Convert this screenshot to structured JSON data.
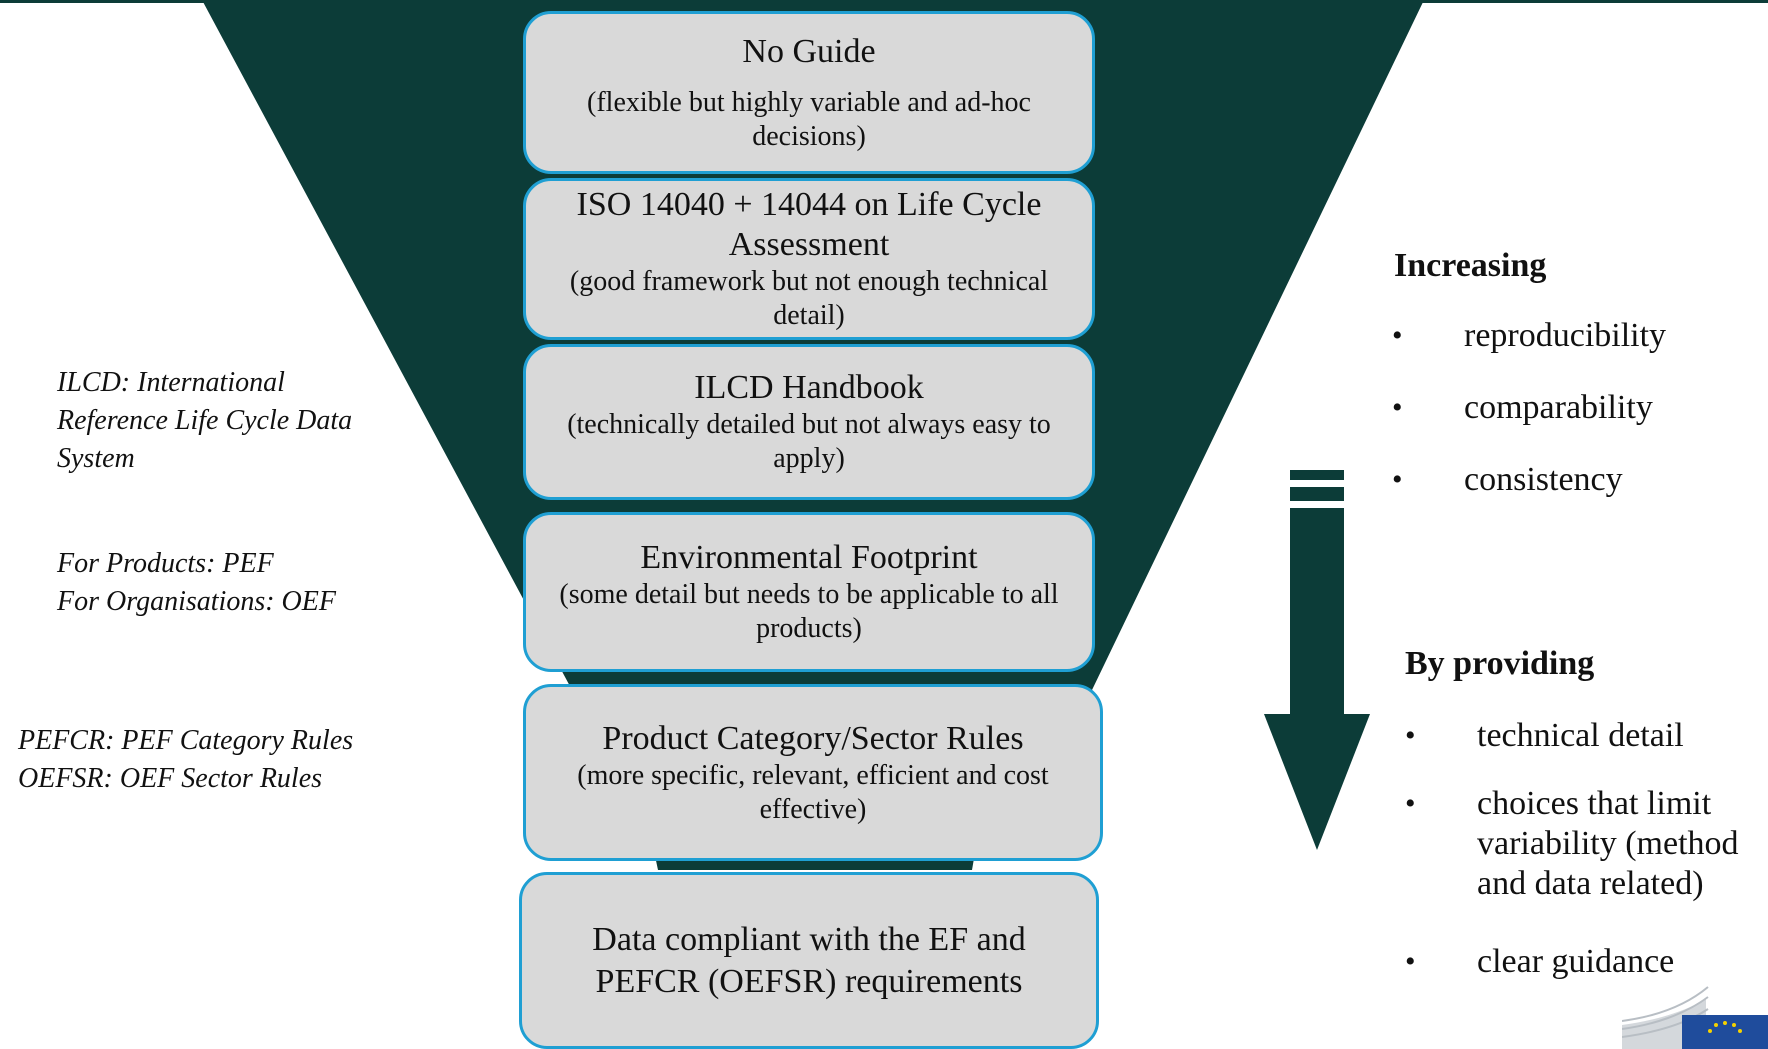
{
  "boxes": [
    {
      "title": "No Guide",
      "subtitle": "(flexible but highly variable and ad-hoc decisions)"
    },
    {
      "title": "ISO 14040 + 14044 on Life Cycle Assessment",
      "subtitle": "(good framework but not enough technical detail)"
    },
    {
      "title": "ILCD Handbook",
      "subtitle": "(technically detailed but not always easy to apply)"
    },
    {
      "title": "Environmental Footprint",
      "subtitle": "(some detail but needs to be applicable to all products)"
    },
    {
      "title": "Product Category/Sector Rules",
      "subtitle": "(more specific, relevant, efficient and cost effective)"
    },
    {
      "title": "Data compliant with the EF and PEFCR (OEFSR) requirements",
      "subtitle": ""
    }
  ],
  "notes": {
    "ilcd": [
      "ILCD: International",
      "Reference Life Cycle Data",
      "System"
    ],
    "products": [
      "For Products: PEF",
      "For Organisations: OEF"
    ],
    "pefcr": [
      "PEFCR: PEF Category Rules",
      "OEFSR: OEF Sector Rules"
    ]
  },
  "right_panel": {
    "increasing_heading": "Increasing",
    "increasing_items": [
      "reproducibility",
      "comparability",
      "consistency"
    ],
    "providing_heading": "By providing",
    "providing_items": [
      "technical detail",
      "choices that limit variability (method and data related)",
      "clear guidance"
    ],
    "bullet": "•"
  },
  "colors": {
    "funnel": "#0c3c38",
    "box_fill": "#d9d9d9",
    "box_border": "#1f9fd3"
  },
  "icons": {
    "arrow": "down-arrow-icon",
    "logo": "eu-flag-logo"
  }
}
